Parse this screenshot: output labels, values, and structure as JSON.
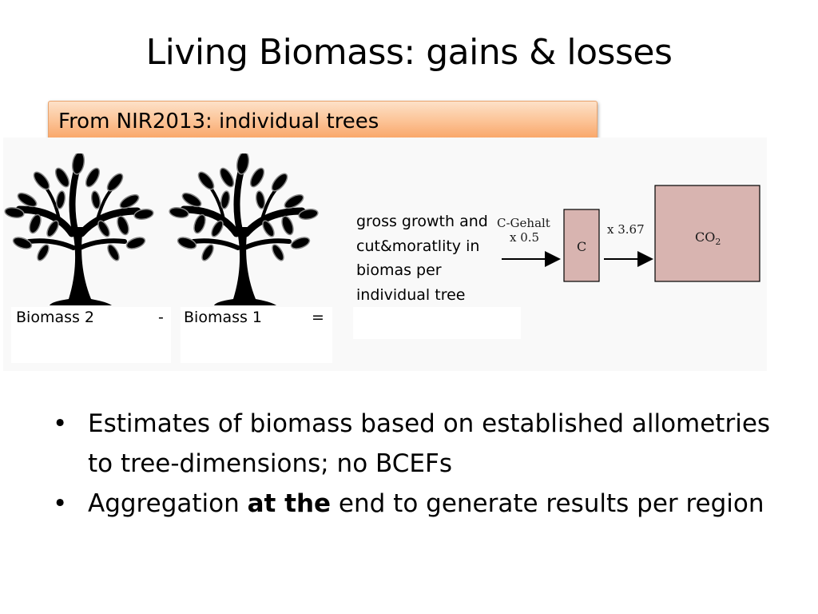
{
  "title": "Living Biomass: gains & losses",
  "callout": "From NIR2013: individual trees",
  "figure": {
    "biomass2": "Biomass 2",
    "minus": "-",
    "biomass1": "Biomass 1",
    "equals": "=",
    "growth_text": "gross growth and cut&moratlity in biomas per individual tree",
    "c_gehalt": "C-Gehalt",
    "factor_c": "x 0.5",
    "c_box": "C",
    "factor_co2": "x 3.67",
    "co2_box": "CO",
    "co2_sub": "2"
  },
  "bullets": [
    {
      "pre": "Estimates of biomass based on established allometries to tree-dimensions; no BCEFs",
      "bold": "",
      "post": ""
    },
    {
      "pre": "Aggregation ",
      "bold": "at the",
      "post": " end to generate results per region"
    }
  ],
  "colors": {
    "box_fill": "#d8b4b0",
    "callout_fill": "#fcc79c"
  },
  "icons": [
    "tree-icon",
    "arrow-right-icon"
  ]
}
